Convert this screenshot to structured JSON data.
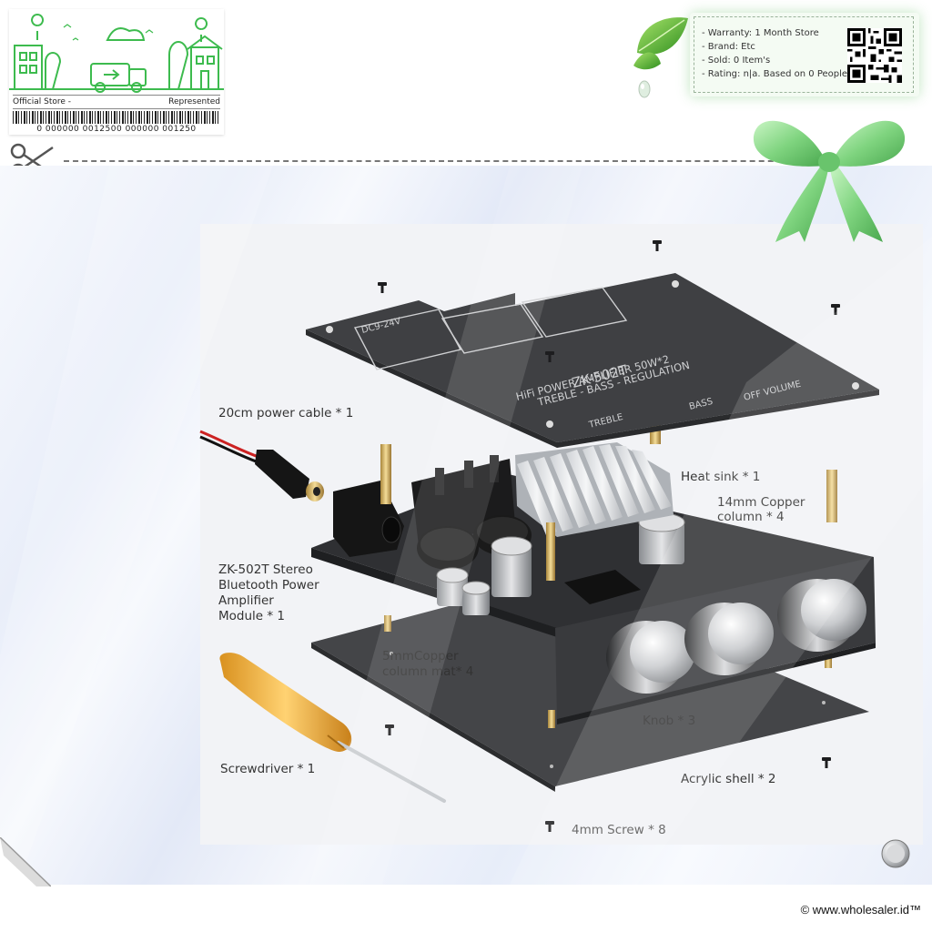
{
  "store_badge": {
    "left_text": "Official Store -",
    "right_text": "Represented",
    "barcode_text": "0 000000 0012500  000000 001250"
  },
  "info_card": {
    "warranty": "- Warranty: 1 Month Store",
    "brand": "- Brand: Etc",
    "sold": "- Sold: 0 Item's",
    "rating": "- Rating: n|a. Based on 0 People"
  },
  "product": {
    "board_text": {
      "model": "ZK-502T",
      "line1": "HiFi POWER AMPLIFIER 50W*2",
      "line2": "TREBLE - BASS - REGULATION",
      "voltage": "DC9-24V",
      "treble": "TREBLE",
      "bass": "BASS",
      "off_volume": "OFF  VOLUME"
    },
    "callouts": {
      "power_cable": "20cm power cable * 1",
      "heat_sink": "Heat sink * 1",
      "copper_column_1": "14mm Copper",
      "copper_column_2": "column * 4",
      "module_1": "ZK-502T Stereo",
      "module_2": "Bluetooth Power",
      "module_3": "Amplifier",
      "module_4": "Module * 1",
      "copper_mat_1": "5mmCopper",
      "copper_mat_2": "column mat* 4",
      "screwdriver": "Screwdriver * 1",
      "knob": "Knob * 3",
      "acrylic_shell": "Acrylic shell * 2",
      "screw": "4mm Screw * 8"
    }
  },
  "footer": {
    "copyright": "© www.wholesaler.id™"
  },
  "colors": {
    "accent_green": "#3dbb4e",
    "board": "#3a3b3e"
  },
  "icons": [
    "store-illustration-icon",
    "barcode-icon",
    "qr-code-icon",
    "leaf-icon",
    "scissors-icon",
    "ribbon-bow-icon",
    "page-curl-icon",
    "knob-icon"
  ]
}
